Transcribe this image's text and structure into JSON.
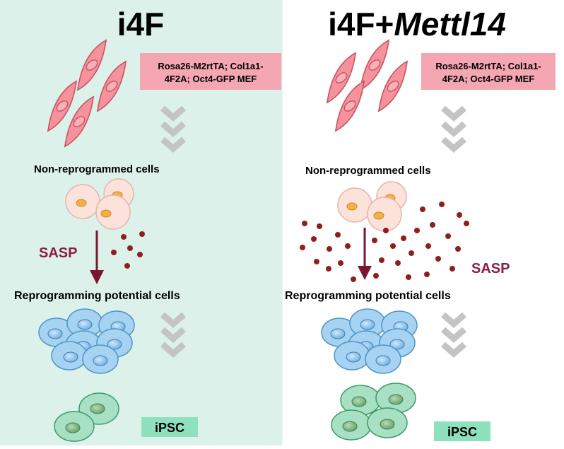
{
  "panels": [
    {
      "title": "i4F",
      "title_gene": ""
    },
    {
      "title": "i4F+",
      "title_gene": "Mettl14"
    }
  ],
  "labels": {
    "mef_line1": "Rosa26-M2rtTA; Col1a1-",
    "mef_line2": "4F2A; Oct4-GFP MEF",
    "non_reprogrammed": "Non-reprogrammed cells",
    "sasp": "SASP",
    "reprogramming_potential": "Reprogramming potential cells",
    "ipsc": "iPSC"
  },
  "colors": {
    "left_background": "#dcf1e9",
    "right_background": "#ffffff",
    "mef_label_box": "#f4a6b2",
    "mef_cell_fill": "#f6929c",
    "mef_cell_stroke": "#c75462",
    "senescent_cell_fill": "#fbe3dc",
    "senescent_nucleus": "#f3b04a",
    "sasp_dot": "#8f1f1c",
    "sasp_text": "#8b1e3f",
    "sasp_arrow": "#7a1630",
    "chevron": "#c4c4c4",
    "potential_cell_fill": "#a6d3f2",
    "potential_cell_stroke": "#4d96c9",
    "ipsc_cell_fill": "#a7e0c3",
    "ipsc_cell_stroke": "#3e9a6b",
    "ipsc_label_box": "#8fe0bd"
  },
  "icons": [
    "mef-cell-icon",
    "senescent-cell-icon",
    "sasp-dot-icon",
    "chevron-down-icon",
    "potential-cell-icon",
    "ipsc-cell-icon"
  ],
  "sasp_dot_count": {
    "i4F": 6,
    "i4F_Mettl14": 32
  }
}
